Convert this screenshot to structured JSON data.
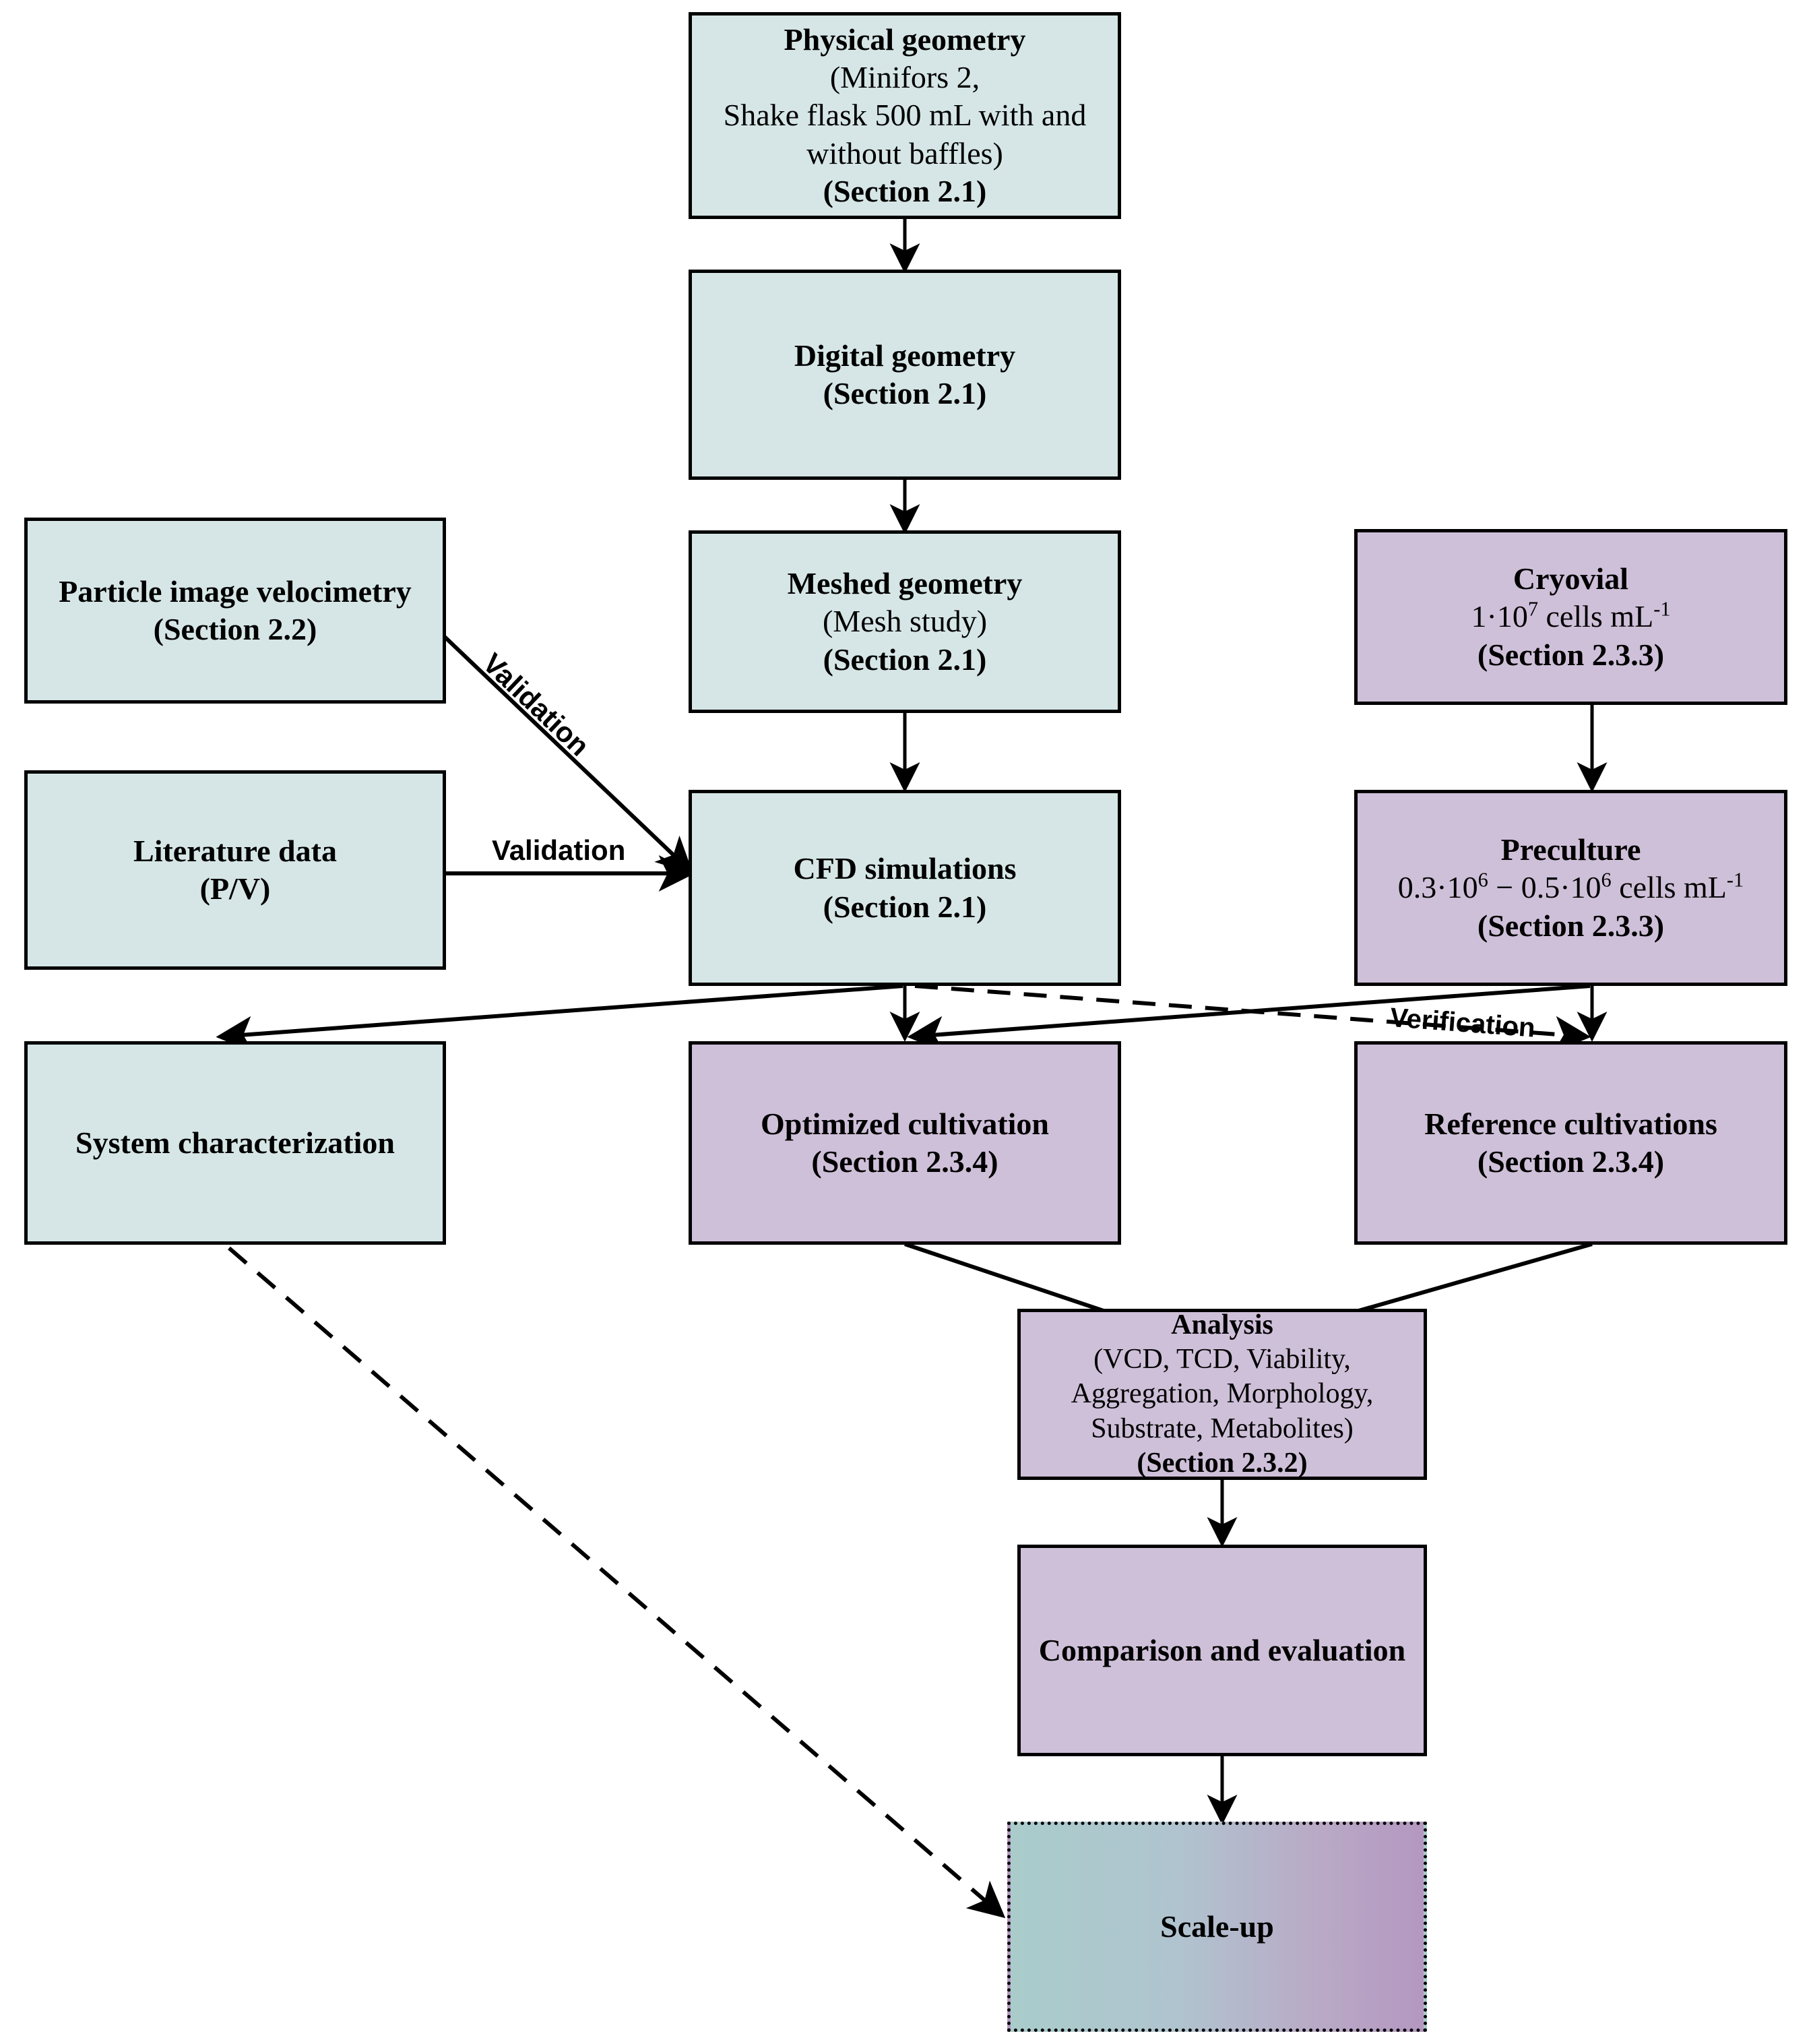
{
  "diagram": {
    "title": "Workflow flowchart",
    "colors": {
      "teal_fill": "#d6e6e6",
      "purple_fill": "#cfc0d9",
      "stroke": "#000000",
      "gradient_from": "#a9cccb",
      "gradient_to": "#b497c0"
    },
    "nodes": {
      "physical_geometry": {
        "line1": "Physical geometry",
        "line2": "(Minifors 2,",
        "line3": "Shake flask 500 mL with and",
        "line4": "without baffles)",
        "line5": "(Section 2.1)"
      },
      "digital_geometry": {
        "line1": "Digital geometry",
        "line2": "(Section 2.1)"
      },
      "meshed_geometry": {
        "line1": "Meshed geometry",
        "line2": "(Mesh study)",
        "line3": "(Section 2.1)"
      },
      "cfd_simulations": {
        "line1": "CFD simulations",
        "line2": "(Section 2.1)"
      },
      "particle_image_velocimetry": {
        "line1": "Particle image velocimetry",
        "line2": "(Section 2.2)"
      },
      "literature_data": {
        "line1": "Literature data",
        "line2": "(P/V)"
      },
      "system_characterization": {
        "line1": "System characterization"
      },
      "cryovial": {
        "line1": "Cryovial",
        "line2_pre": "1·10",
        "line2_sup": "7",
        "line2_post": " cells mL",
        "line2_sup2": "-1",
        "line3": "(Section 2.3.3)"
      },
      "preculture": {
        "line1": "Preculture",
        "line2_pre": "0.3·10",
        "line2_sup": "6",
        "line2_mid": " − 0.5·10",
        "line2_sup2": "6",
        "line2_post": " cells mL",
        "line2_sup3": "-1",
        "line3": "(Section 2.3.3)"
      },
      "optimized_cultivation": {
        "line1": "Optimized cultivation",
        "line2": "(Section 2.3.4)"
      },
      "reference_cultivations": {
        "line1": "Reference cultivations",
        "line2": "(Section 2.3.4)"
      },
      "analysis": {
        "line1": "Analysis",
        "line2": "(VCD, TCD, Viability,",
        "line3": "Aggregation, Morphology,",
        "line4": "Substrate, Metabolites)",
        "line5": "(Section 2.3.2)"
      },
      "comparison_and_evaluation": {
        "line1": "Comparison and evaluation"
      },
      "scale_up": {
        "line1": "Scale-up"
      }
    },
    "edge_labels": {
      "validation_diagonal": "Validation",
      "validation_horizontal": "Validation",
      "verification": "Verification"
    }
  }
}
